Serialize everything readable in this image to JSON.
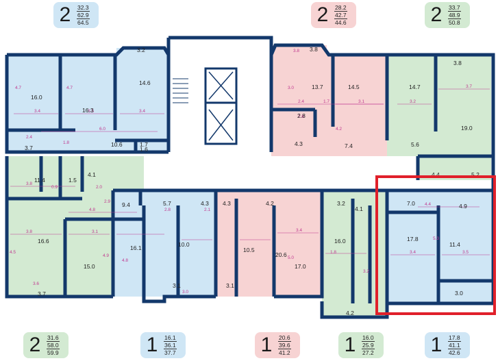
{
  "colors": {
    "wall": "#13386b",
    "blue": "#cfe6f5",
    "pink": "#f7d3d3",
    "green": "#d3ead2",
    "dim": "#c0398f",
    "highlight": "#e0202a"
  },
  "badges_top": [
    {
      "rooms": "2",
      "living": "32.3",
      "total": "62.9",
      "total_balcony": "64.5",
      "color": "blue"
    },
    {
      "rooms": "2",
      "living": "28.2",
      "total": "42.7",
      "total_balcony": "44.6",
      "color": "pink"
    },
    {
      "rooms": "2",
      "living": "33.7",
      "total": "48.9",
      "total_balcony": "50.8",
      "color": "green"
    }
  ],
  "badges_bottom": [
    {
      "rooms": "2",
      "living": "31.6",
      "total": "58.0",
      "total_balcony": "59.9",
      "color": "green"
    },
    {
      "rooms": "1",
      "living": "16.1",
      "total": "36.1",
      "total_balcony": "37.7",
      "color": "blue"
    },
    {
      "rooms": "1",
      "living": "20.6",
      "total": "39.6",
      "total_balcony": "41.2",
      "color": "pink"
    },
    {
      "rooms": "1",
      "living": "16.0",
      "total": "25.9",
      "total_balcony": "27.2",
      "color": "green"
    },
    {
      "rooms": "1",
      "living": "17.8",
      "total": "41.1",
      "total_balcony": "42.6",
      "color": "blue"
    }
  ],
  "room_areas": {
    "a1_r1": "16.0",
    "a1_r2": "16.3",
    "a1_r3": "14.6",
    "a1_r4": "3.2",
    "a1_r5": "10.6",
    "a1_r6": "3.7",
    "a1_r7": "1.7",
    "a1_r8": "1.6",
    "a2_r1": "13.7",
    "a2_r2": "14.5",
    "a2_r3": "3.8",
    "a2_r4": "2.8",
    "a2_r5": "4.3",
    "a2_r6": "7.4",
    "a3_r1": "14.7",
    "a3_r2": "19.0",
    "a3_r3": "3.8",
    "a3_r4": "5.6",
    "a3_r5": "4.4",
    "a3_r6": "5.2",
    "a4_r1": "11.4",
    "a4_r2": "4.1",
    "a4_r3": "1.5",
    "a4_r4": "9.4",
    "a4_r5": "16.6",
    "a4_r6": "15.0",
    "a4_r7": "3.7",
    "a5_r1": "5.7",
    "a5_r2": "4.3",
    "a5_r3": "16.1",
    "a5_r4": "10.0",
    "a5_r5": "3.1",
    "a6_r1": "4.3",
    "a6_r2": "4.2",
    "a6_r3": "10.5",
    "a6_r4": "20.6",
    "a6_r5": "17.0",
    "a6_r6": "3.1",
    "a7_r1": "3.2",
    "a7_r2": "4.1",
    "a7_r3": "16.0",
    "a7_r4": "4.2",
    "a8_r1": "7.0",
    "a8_r2": "4.9",
    "a8_r3": "17.8",
    "a8_r4": "11.4",
    "a8_r5": "3.0"
  },
  "dims": {
    "d1": "3.4",
    "d2": "3.5",
    "d3": "3.4",
    "d4": "6.0",
    "d5": "4.7",
    "d6": "4.7",
    "d7": "2.4",
    "d8": "1.8",
    "d9": "1.8",
    "d10": "3.0",
    "d11": "2.4",
    "d12": "1.7",
    "d13": "3.1",
    "d14": "3.2",
    "d15": "3.7",
    "d16": "2.6",
    "d17": "4.2",
    "d18": "3.8",
    "d19": "4.8",
    "d20": "2.9",
    "d21": "3.8",
    "d22": "3.1",
    "d23": "4.5",
    "d24": "4.9",
    "d25": "3.6",
    "d26": "2.8",
    "d27": "4.8",
    "d28": "2.1",
    "d29": "3.0",
    "d30": "3.4",
    "d31": "5.0",
    "d32": "3.4",
    "d33": "5.3",
    "d34": "3.5",
    "d35": "4.4",
    "d36": "1.8",
    "d37": "3.2",
    "d38": "3.8",
    "d39": "0.9",
    "d40": "2.0"
  }
}
